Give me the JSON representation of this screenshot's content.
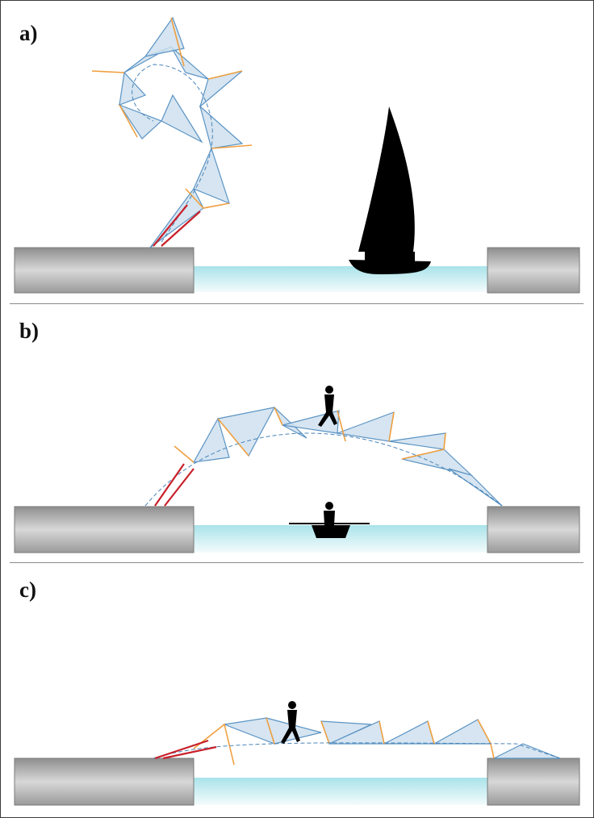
{
  "panels": [
    {
      "label": "a)",
      "state": "folded",
      "passing": "sailboat"
    },
    {
      "label": "b)",
      "state": "arched",
      "passing": "rowboat",
      "on_bridge": "pedestrian"
    },
    {
      "label": "c)",
      "state": "flat",
      "on_bridge": "pedestrian"
    }
  ],
  "colors": {
    "panel_fill": "#cfe0ef",
    "panel_edge": "#5a93c4",
    "hinge": "#f0a040",
    "actuator": "#c8202a",
    "water": "#cdeef3",
    "abutment": "#a3a3a3",
    "silhouette": "#000000"
  }
}
